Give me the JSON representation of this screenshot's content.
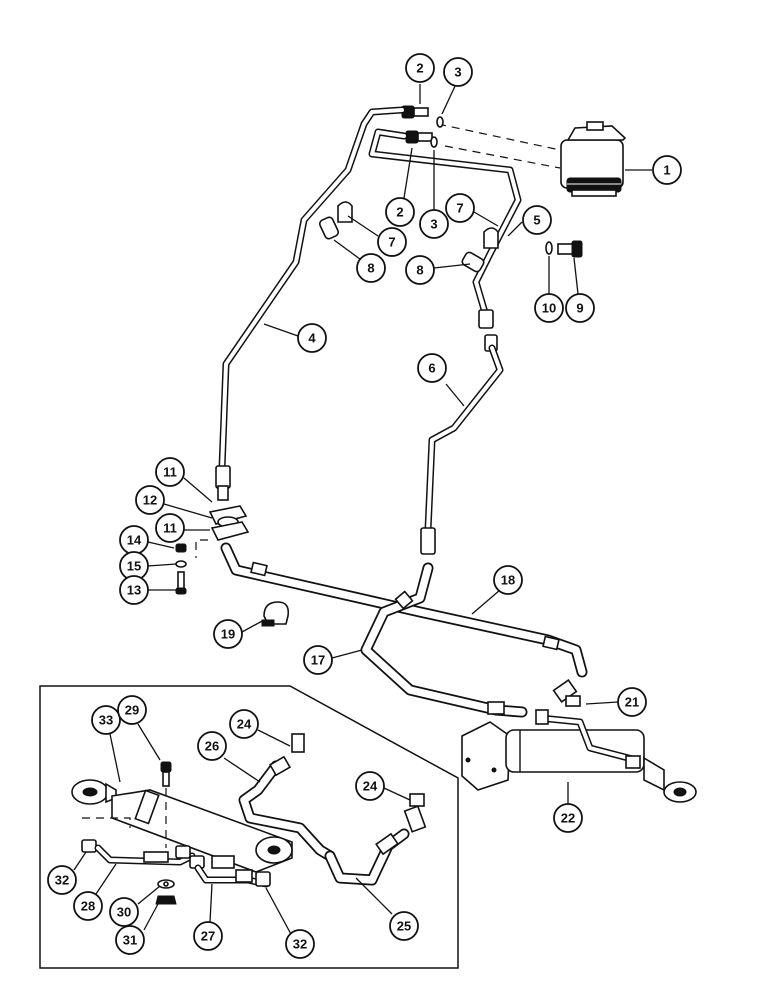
{
  "figure": {
    "description_type": "exploded parts diagram",
    "callouts": [
      {
        "id": "c1",
        "label": "1"
      },
      {
        "id": "c2a",
        "label": "2"
      },
      {
        "id": "c3a",
        "label": "3"
      },
      {
        "id": "c2b",
        "label": "2"
      },
      {
        "id": "c3b",
        "label": "3"
      },
      {
        "id": "c7a",
        "label": "7"
      },
      {
        "id": "c7b",
        "label": "7"
      },
      {
        "id": "c5",
        "label": "5"
      },
      {
        "id": "c8a",
        "label": "8"
      },
      {
        "id": "c8b",
        "label": "8"
      },
      {
        "id": "c10",
        "label": "10"
      },
      {
        "id": "c9",
        "label": "9"
      },
      {
        "id": "c4",
        "label": "4"
      },
      {
        "id": "c6",
        "label": "6"
      },
      {
        "id": "c11a",
        "label": "11"
      },
      {
        "id": "c12",
        "label": "12"
      },
      {
        "id": "c11b",
        "label": "11"
      },
      {
        "id": "c14",
        "label": "14"
      },
      {
        "id": "c15",
        "label": "15"
      },
      {
        "id": "c13",
        "label": "13"
      },
      {
        "id": "c18",
        "label": "18"
      },
      {
        "id": "c19",
        "label": "19"
      },
      {
        "id": "c17",
        "label": "17"
      },
      {
        "id": "c21",
        "label": "21"
      },
      {
        "id": "c22",
        "label": "22"
      },
      {
        "id": "c33",
        "label": "33"
      },
      {
        "id": "c29",
        "label": "29"
      },
      {
        "id": "c24a",
        "label": "24"
      },
      {
        "id": "c26",
        "label": "26"
      },
      {
        "id": "c24b",
        "label": "24"
      },
      {
        "id": "c32a",
        "label": "32"
      },
      {
        "id": "c28",
        "label": "28"
      },
      {
        "id": "c30",
        "label": "30"
      },
      {
        "id": "c31",
        "label": "31"
      },
      {
        "id": "c27",
        "label": "27"
      },
      {
        "id": "c32b",
        "label": "32"
      },
      {
        "id": "c25",
        "label": "25"
      }
    ]
  }
}
